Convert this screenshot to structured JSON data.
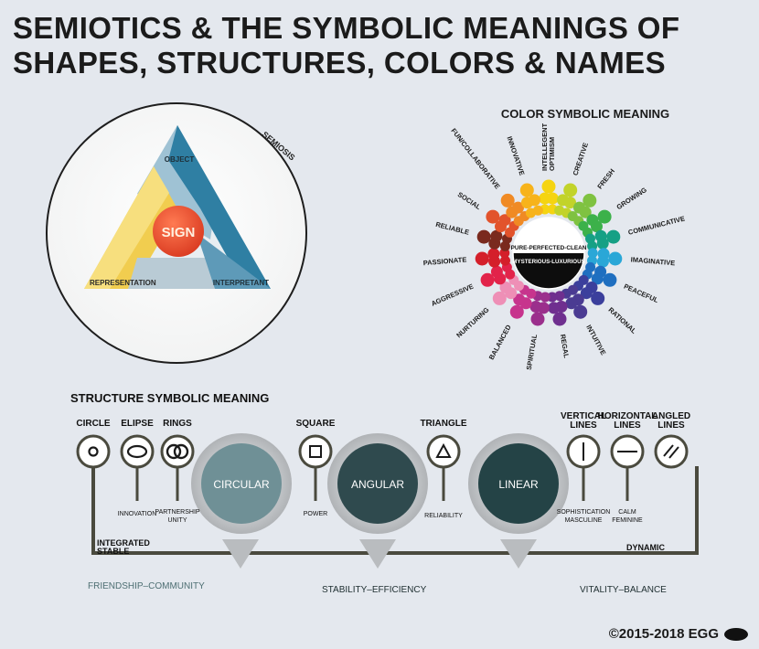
{
  "title": {
    "line1": "SEMIOTICS & THE SYMBOLIC MEANINGS OF",
    "line2": "SHAPES, STRUCTURES, COLORS & NAMES"
  },
  "semiosis": {
    "label": "SEMIOSIS",
    "center": "SIGN",
    "object": "OBJECT",
    "representation": "REPRESENTATION",
    "interpretant": "INTERPRETANT"
  },
  "color_wheel": {
    "title": "COLOR SYMBOLIC MEANING",
    "center_top": "PURE-PERFECTED-CLEAN",
    "center_bottom": "MYSTERIOUS-LUXURIOUS",
    "segments": [
      {
        "label": "INTELLEGENT OPTIMISM",
        "color": "#f5d411"
      },
      {
        "label": "CREATIVE",
        "color": "#c2d32a"
      },
      {
        "label": "FRESH",
        "color": "#7fc241"
      },
      {
        "label": "GROWING",
        "color": "#3cb14a"
      },
      {
        "label": "COMMUNICATIVE",
        "color": "#16a085"
      },
      {
        "label": "IMAGINATIVE",
        "color": "#2aa7d7"
      },
      {
        "label": "PEACEFUL",
        "color": "#1f6fc0"
      },
      {
        "label": "RATIONAL",
        "color": "#3b3f9c"
      },
      {
        "label": "INTUITIVE",
        "color": "#4b3b92"
      },
      {
        "label": "REGAL",
        "color": "#6f2f8f"
      },
      {
        "label": "SPIRITUAL",
        "color": "#9b2f8c"
      },
      {
        "label": "BALANCED",
        "color": "#c7348d"
      },
      {
        "label": "NURTURING",
        "color": "#ee8fb6"
      },
      {
        "label": "AGGRESSIVE",
        "color": "#e2234a"
      },
      {
        "label": "PASSIONATE",
        "color": "#d41f2a"
      },
      {
        "label": "RELIABLE",
        "color": "#7a2a1e"
      },
      {
        "label": "SOCIAL",
        "color": "#e2532c"
      },
      {
        "label": "FUN/COLLABORATIVE",
        "color": "#f08a24"
      },
      {
        "label": "INNOVATIVE",
        "color": "#f7b31b"
      }
    ]
  },
  "structure": {
    "title": "STRUCTURE SYMBOLIC MEANING",
    "shapes": [
      {
        "name": "CIRCLE",
        "meaning": ""
      },
      {
        "name": "ELIPSE",
        "meaning": "INNOVATION"
      },
      {
        "name": "RINGS",
        "meaning": "PARTNERSHIP UNITY"
      },
      {
        "name": "SQUARE",
        "meaning": "POWER"
      },
      {
        "name": "TRIANGLE",
        "meaning": "RELIABILITY"
      },
      {
        "name": "VERTICAL LINES",
        "meaning": "SOPHISTICATION MASCULINE"
      },
      {
        "name": "HORIZONTAL LINES",
        "meaning": "CALM FEMININE"
      },
      {
        "name": "ANGLED LINES",
        "meaning": ""
      }
    ],
    "groups": [
      {
        "name": "CIRCULAR",
        "meaning": "FRIENDSHIP–COMMUNITY",
        "color": "#6f9096"
      },
      {
        "name": "ANGULAR",
        "meaning": "STABILITY–EFFICIENCY",
        "color": "#2f4a4e"
      },
      {
        "name": "LINEAR",
        "meaning": "VITALITY–BALANCE",
        "color": "#244346"
      }
    ],
    "integrated_label_1": "INTEGRATED",
    "integrated_label_2": "STABLE",
    "dynamic_label": "DYNAMIC"
  },
  "copyright": "©2015-2018 EGG"
}
